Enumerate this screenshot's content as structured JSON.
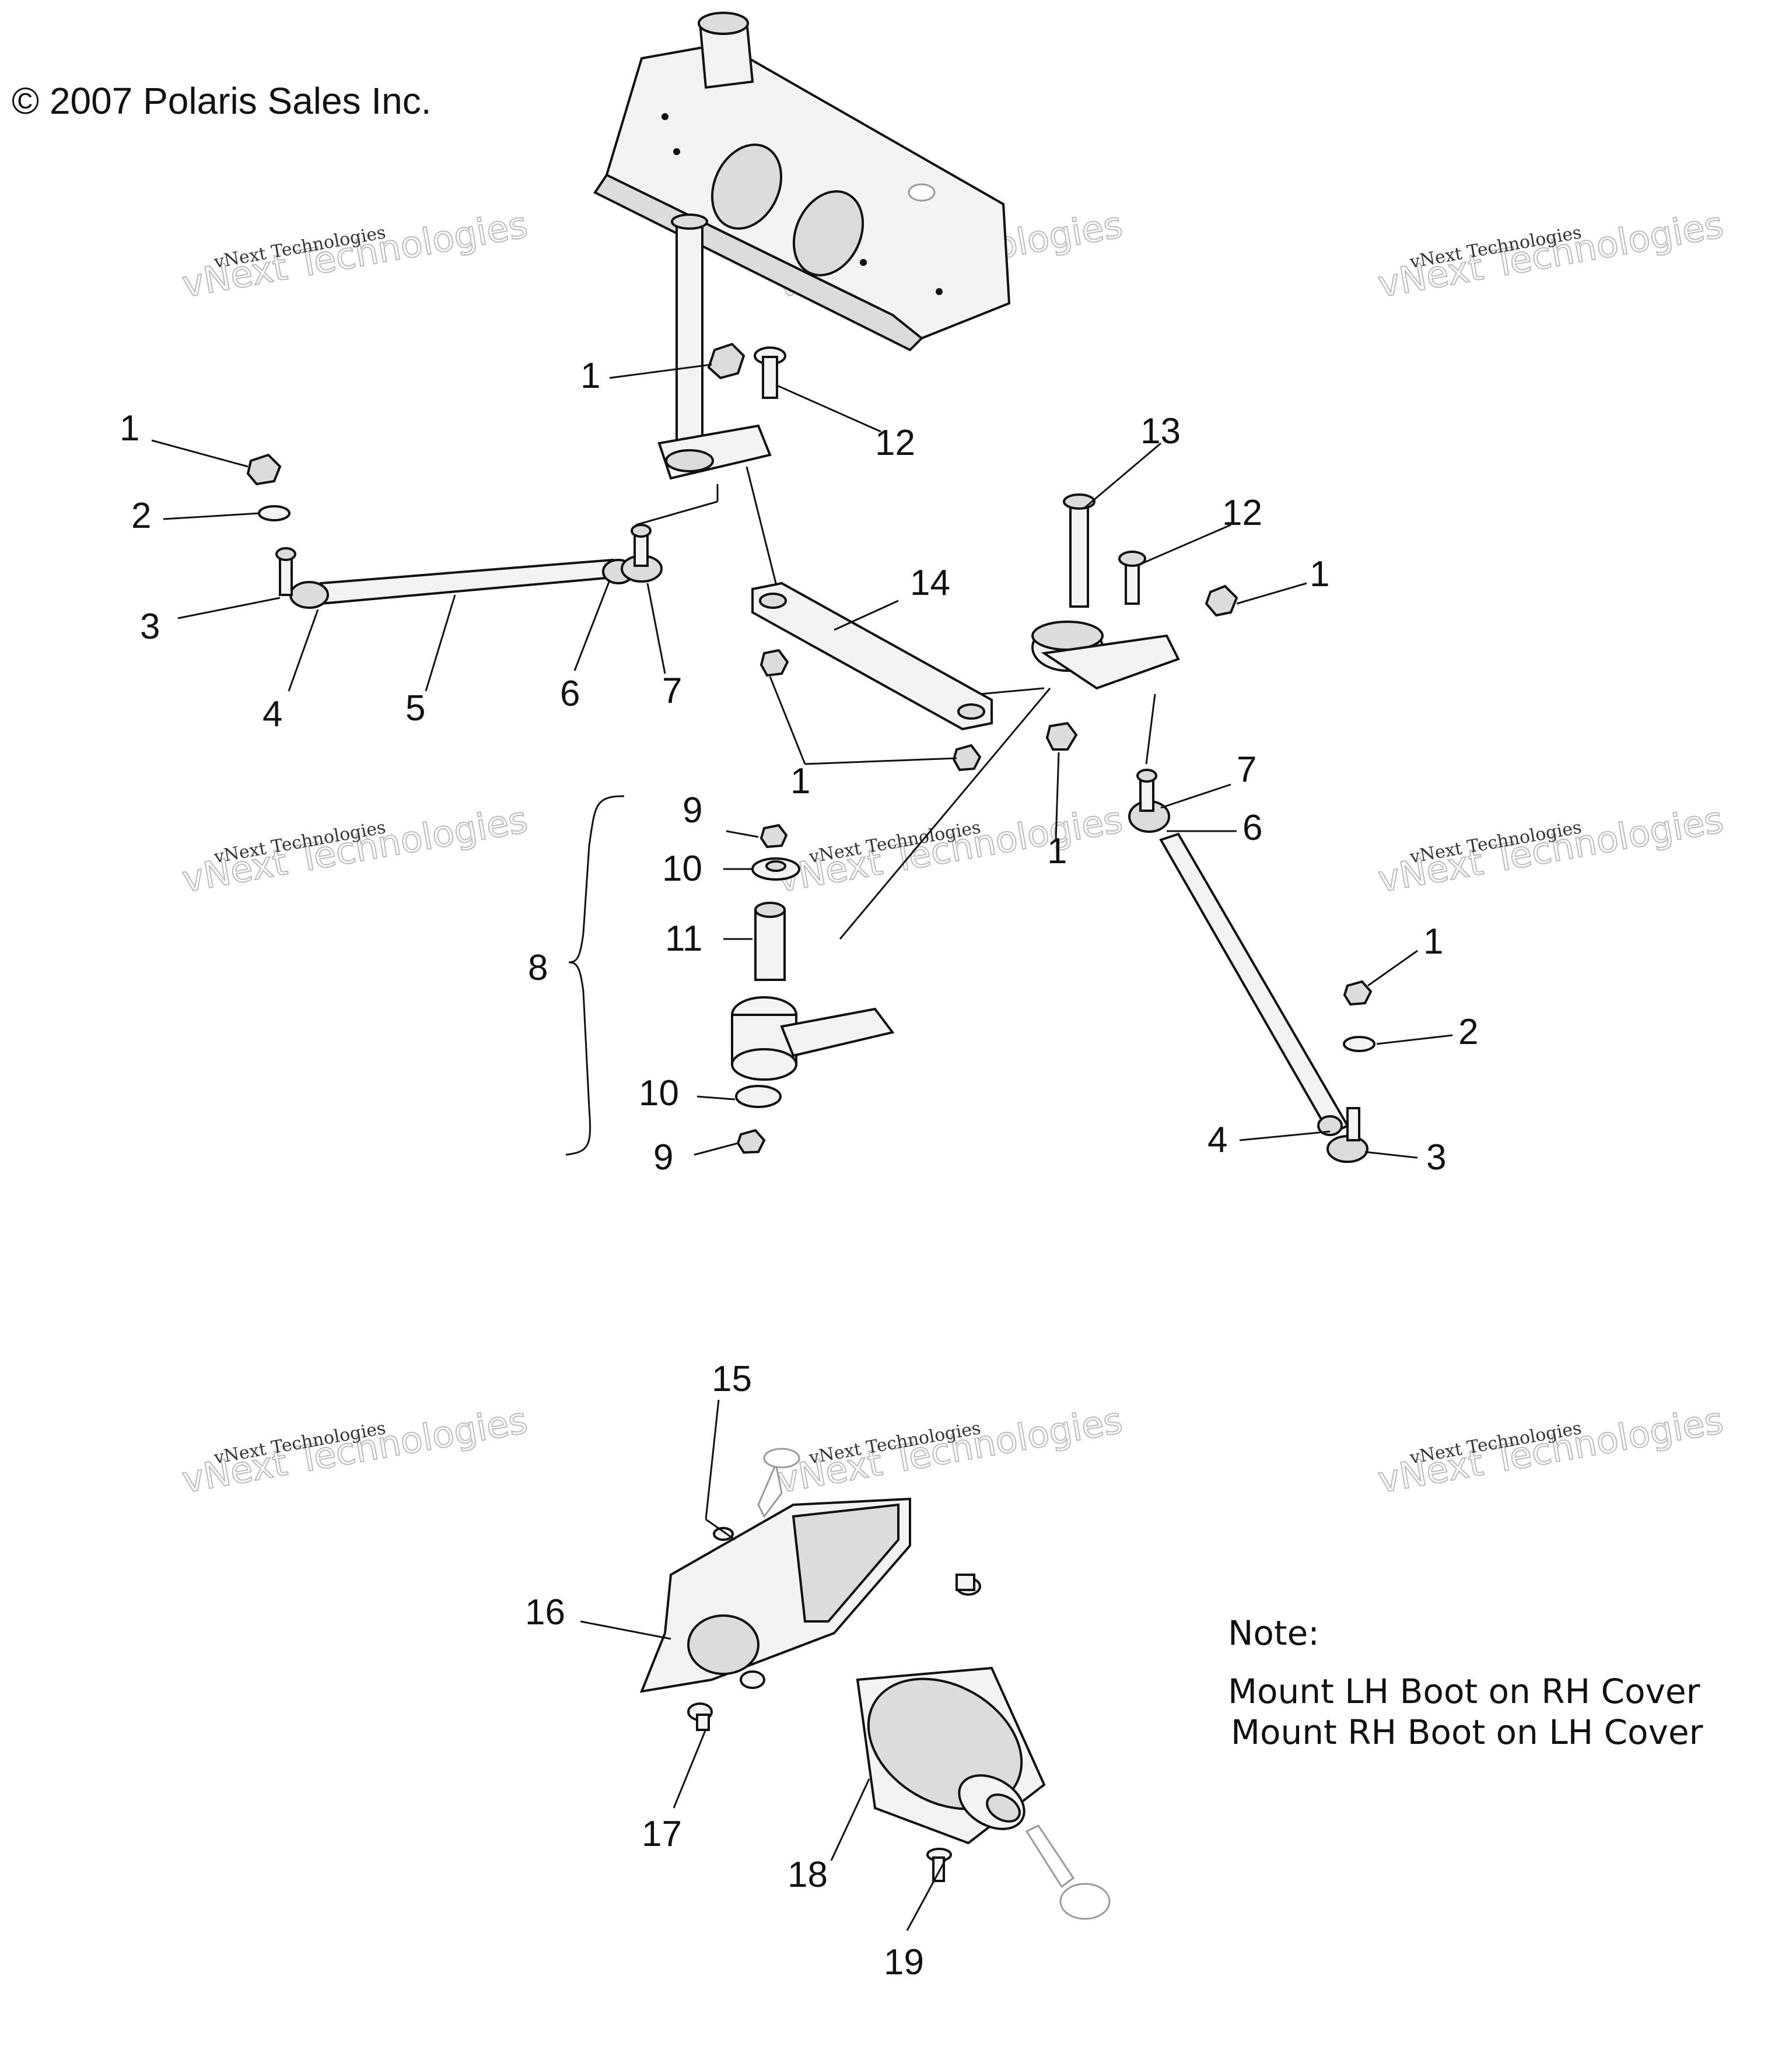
{
  "copyright": "© 2007 Polaris Sales Inc.",
  "watermark": {
    "line1": "vNext Technologies",
    "line2": "vNext Technologies"
  },
  "callouts": {
    "c1": "1",
    "c2": "2",
    "c3": "3",
    "c4": "4",
    "c5": "5",
    "c6": "6",
    "c7": "7",
    "c8": "8",
    "c9": "9",
    "c10": "10",
    "c11": "11",
    "c12": "12",
    "c13": "13",
    "c14": "14",
    "c15": "15",
    "c16": "16",
    "c17": "17",
    "c18": "18",
    "c19": "19"
  },
  "note": {
    "title": "Note:",
    "line1": "Mount LH Boot on RH Cover",
    "line2": "Mount RH Boot on LH Cover"
  }
}
